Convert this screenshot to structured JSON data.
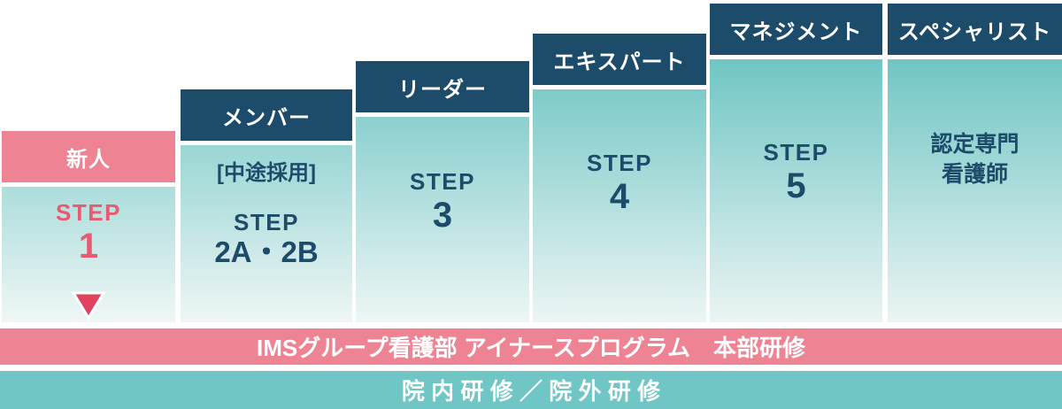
{
  "colors": {
    "pink": "#ee8493",
    "pink_strong": "#e9596f",
    "triangle_pink": "#e0425f",
    "navy": "#1d4c6b",
    "teal": "#6fc6c4",
    "body_light": "#eef6f4"
  },
  "columns": [
    {
      "header": "新人",
      "step_label": "STEP",
      "step_value": "1"
    },
    {
      "header": "メンバー",
      "note": "[中途採用]",
      "step_label": "STEP",
      "step_value": "2A・2B"
    },
    {
      "header": "リーダー",
      "step_label": "STEP",
      "step_value": "3"
    },
    {
      "header": "エキスパート",
      "step_label": "STEP",
      "step_value": "4"
    },
    {
      "header": "マネジメント",
      "step_label": "STEP",
      "step_value": "5"
    },
    {
      "header": "スペシャリスト",
      "body_lines": [
        "認定専門",
        "看護師"
      ]
    }
  ],
  "bars": [
    {
      "label": "IMSグループ看護部 アイナースプログラム　本部研修"
    },
    {
      "label": "院内研修／院外研修"
    }
  ]
}
